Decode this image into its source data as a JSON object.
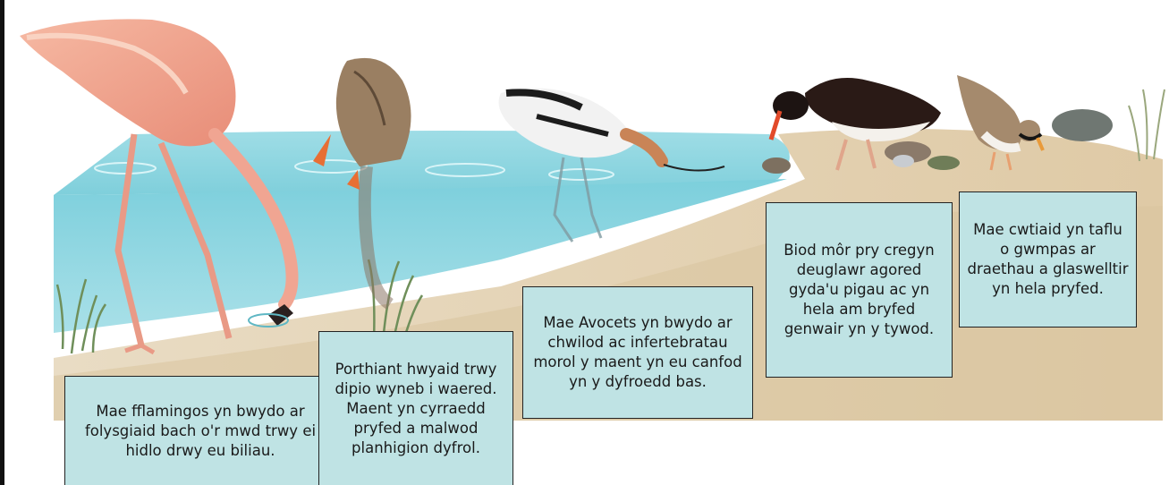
{
  "callouts": {
    "flamingo": "Mae fflamingos yn bwydo ar folysgiaid bach o'r mwd trwy ei hidlo drwy eu biliau.",
    "duck": "Porthiant hwyaid trwy dipio wyneb i waered. Maent yn cyrraedd pryfed a malwod planhigion dyfrol.",
    "avocet": "Mae Avocets yn bwydo ar chwilod ac infertebratau morol y maent yn eu canfod yn y dyfroedd bas.",
    "oystercatcher": "Biod môr pry cregyn deuglawr agored gyda'u pigau ac yn hela am bryfed genwair yn y tywod.",
    "plover": "Mae cwtiaid yn taflu o gwmpas ar draethau a glaswelltir yn hela pryfed."
  },
  "colors": {
    "water": "#7fd0dc",
    "sand": "#e6d5b8",
    "callout_bg": "#bfe3e4",
    "callout_border": "#222222"
  }
}
